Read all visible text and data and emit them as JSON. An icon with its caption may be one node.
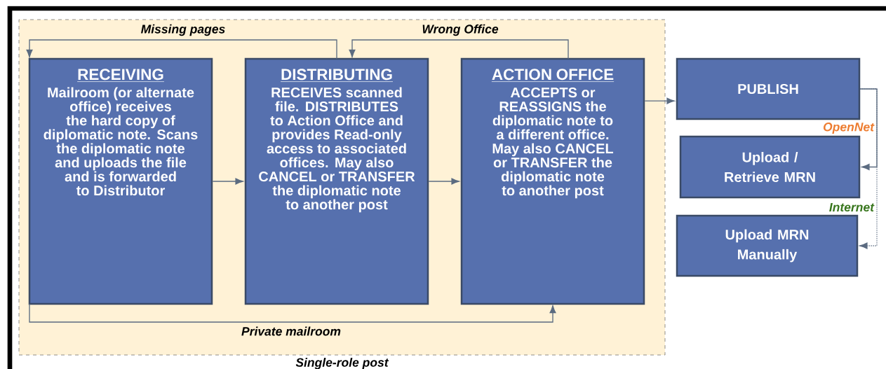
{
  "diagram": {
    "nodes": [
      {
        "text": [
          "Single-role post"
        ]
      },
      {
        "text": [
          "RECEIVING",
          "Mailroom (or alternate office) receives the hard copy of diplomatic note. Scans the diplomatic note and uploads the file and is forwarded to Distributor"
        ],
        "in": 0
      },
      {
        "text": [
          "DISTRIBUTING",
          "RECEIVES scanned file. DISTRIBUTES to Action Office and provides Read-only access to associated offices. May also CANCEL or TRANSFER the diplomatic note to another post"
        ],
        "in": 0
      },
      {
        "text": [
          "ACTION OFFICE",
          "ACCEPTS or REASSIGNS the diplomatic note to a different office. May also CANCEL or TRANSFER the diplomatic note to another post"
        ],
        "in": 0
      },
      {
        "text": [
          "PUBLISH"
        ]
      },
      {
        "text": [
          "Upload / Retrieve MRN"
        ]
      },
      {
        "text": [
          "Upload MRN Manually"
        ]
      }
    ],
    "edges": [
      {
        "from": 1,
        "to": 2,
        "arrow": "to"
      },
      {
        "from": 2,
        "to": 3,
        "arrow": "to"
      },
      {
        "from": 3,
        "to": 4,
        "arrow": "to"
      },
      {
        "from": 2,
        "to": 1,
        "arrow": "to",
        "label": "Missing pages"
      },
      {
        "from": 3,
        "to": 2,
        "arrow": "to",
        "label": "Wrong Office"
      },
      {
        "from": 1,
        "to": 3,
        "arrow": "to",
        "label": "Private mailroom"
      },
      {
        "from": 4,
        "to": 5,
        "arrow": "to",
        "label": "OpenNet"
      },
      {
        "from": 4,
        "to": 6,
        "arrow": "to",
        "label": "Internet",
        "style": "dashed"
      }
    ]
  }
}
